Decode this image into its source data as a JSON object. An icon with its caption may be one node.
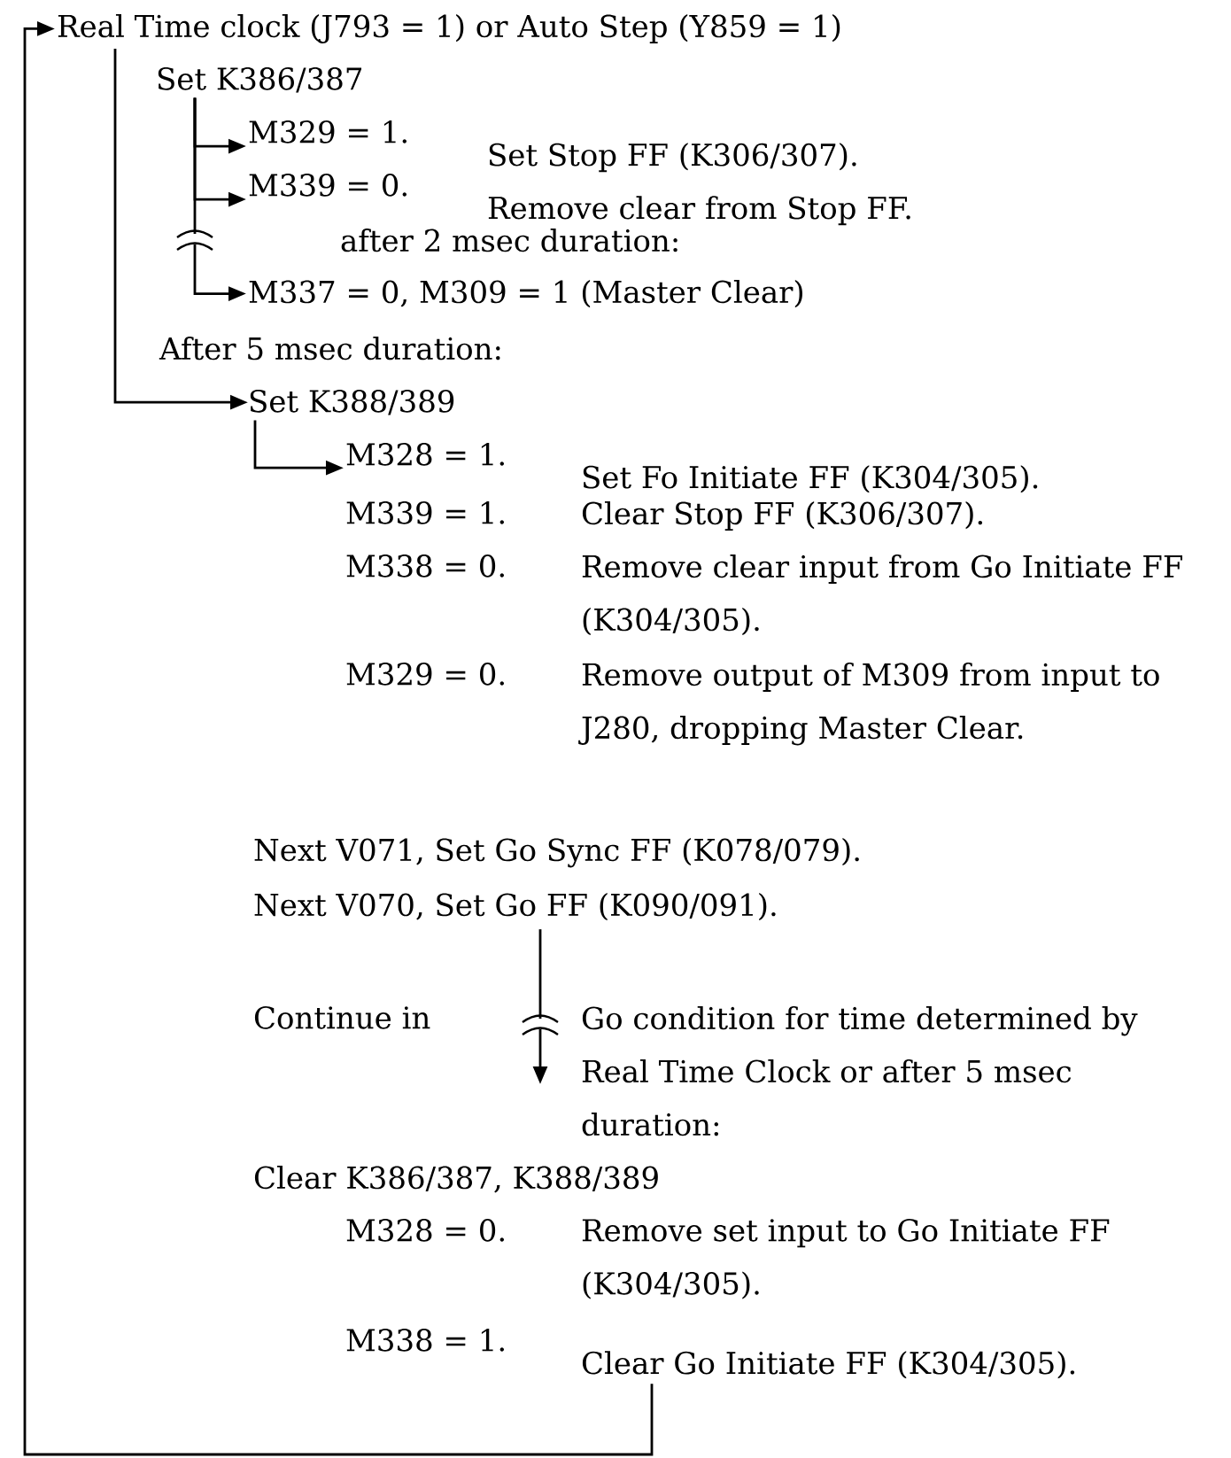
{
  "diagram": {
    "nodes": [
      {
        "text": [
          "Real Time clock (J793 = 1) or Auto Step (Y859 = 1)"
        ]
      },
      {
        "text": [
          "Set K386/387"
        ]
      },
      {
        "text": [
          "M329 = 1.",
          "Set Stop FF (K306/307)."
        ]
      },
      {
        "text": [
          "M339 = 0.",
          "Remove clear from Stop FF."
        ]
      },
      {
        "text": [
          "M337 = 0, M309 = 1 (Master Clear)"
        ]
      },
      {
        "text": [
          "Set K388/389"
        ]
      },
      {
        "text": [
          "M328 = 1.",
          "Set Fo Initiate FF (K304/305)."
        ]
      },
      {
        "text": [
          "Next V070, Set Go FF (K090/091)."
        ]
      },
      {
        "text": [
          "Clear K386/387, K388/389"
        ]
      },
      {
        "text": [
          "M338 = 1.",
          "Clear Go Initiate FF (K304/305)."
        ]
      }
    ],
    "edges": [
      {
        "from": 0,
        "to": 5,
        "arrow": "to"
      },
      {
        "from": 1,
        "to": 2,
        "arrow": "to"
      },
      {
        "from": 1,
        "to": 3,
        "arrow": "to"
      },
      {
        "from": 1,
        "to": 4,
        "arrow": "to"
      },
      {
        "from": 5,
        "to": 6,
        "arrow": "to"
      },
      {
        "from": 7,
        "to": 8,
        "arrow": "to"
      },
      {
        "from": 9,
        "to": 0,
        "arrow": "to"
      }
    ],
    "labels": [
      "after 2 msec duration:",
      "After 5 msec duration:",
      "M339 = 1.",
      "Clear Stop FF (K306/307).",
      "M338 = 0.",
      "Remove clear input from Go Initiate FF (K304/305).",
      "M329 = 0.",
      "Remove output of M309 from input to J280, dropping Master Clear.",
      "Next V071, Set Go Sync FF (K078/079).",
      "Continue in",
      "Go condition for time determined by Real Time Clock or after 5 msec duration:",
      "M328 = 0.",
      "Remove set input to Go Initiate FF (K304/305)."
    ]
  }
}
